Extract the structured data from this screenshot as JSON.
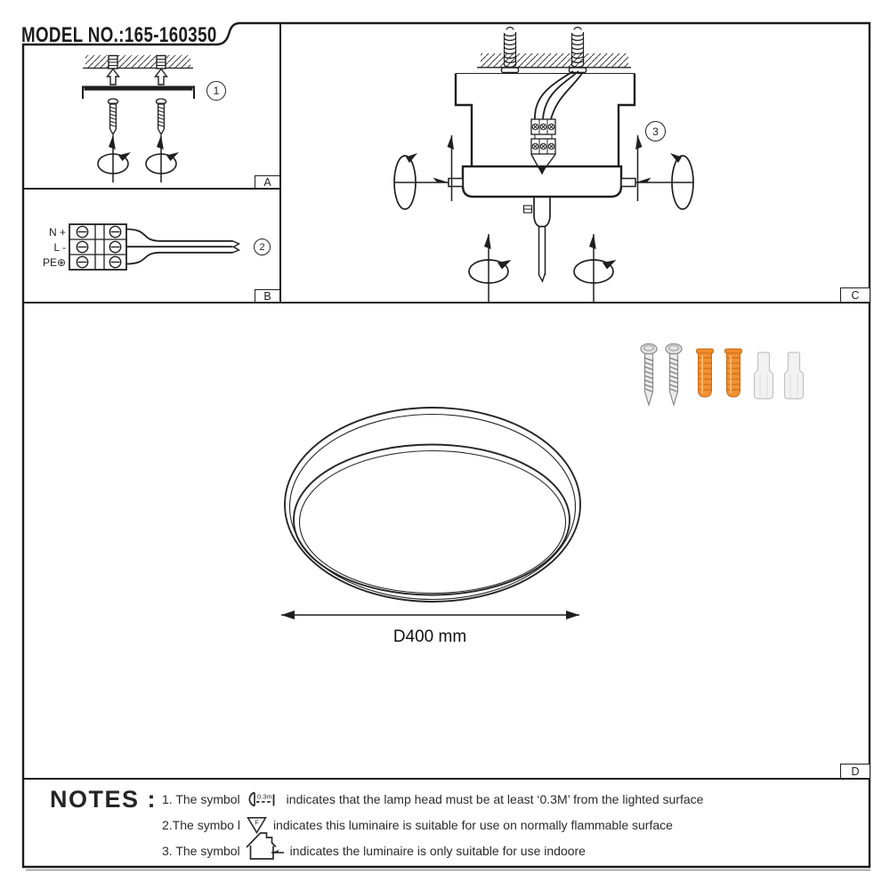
{
  "header": {
    "model_label": "MODEL NO.:165-160350"
  },
  "panel_labels": {
    "a": "A",
    "b": "B",
    "c": "C",
    "d": "D"
  },
  "step_badges": {
    "one": "1",
    "two": "2",
    "three": "3"
  },
  "wiring": {
    "terminal_n": "N +",
    "terminal_l": "L -",
    "terminal_pe": "PE⊕"
  },
  "lamp": {
    "diameter_label": "D400 mm"
  },
  "hardware": {
    "items": [
      "screw",
      "screw",
      "wall-plug",
      "wall-plug",
      "wire-connector-cap",
      "wire-connector-cap"
    ],
    "plug_color": "#f29133"
  },
  "symbols": {
    "note1": "min-distance-0.3m-symbol",
    "note2": "flammable-surface-f-symbol",
    "note3": "indoor-use-house-symbol"
  },
  "line_color": "#1f1f1f",
  "notes": {
    "heading": "NOTES :",
    "item1": {
      "prefix": "1. The symbol",
      "symbol_text": "0.3m",
      "suffix": "indicates that the lamp head must be at least ‘0.3M’ from the lighted surface"
    },
    "item2": {
      "prefix": "2.The symbo l",
      "symbol_text": "F",
      "suffix": "indicates this luminaire is suitable for use on normally flammable surface"
    },
    "item3": {
      "prefix": "3. The symbol",
      "suffix": "indicates the luminaire is only suitable for use indoore"
    }
  }
}
